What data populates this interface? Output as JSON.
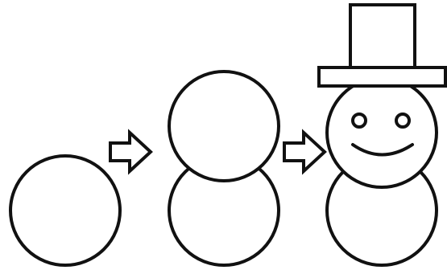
{
  "figure": {
    "stages": [
      {
        "id": "stage-1",
        "parts": [
          "body-ball"
        ]
      },
      {
        "id": "stage-2",
        "parts": [
          "body-ball",
          "head-ball"
        ]
      },
      {
        "id": "stage-3",
        "parts": [
          "body-ball",
          "head-ball",
          "eyes",
          "smile",
          "top-hat"
        ]
      }
    ],
    "arrows": [
      {
        "id": "arrow-1",
        "direction": "right"
      },
      {
        "id": "arrow-2",
        "direction": "right"
      }
    ],
    "colors": {
      "line": "#111111",
      "background": "#ffffff"
    }
  }
}
